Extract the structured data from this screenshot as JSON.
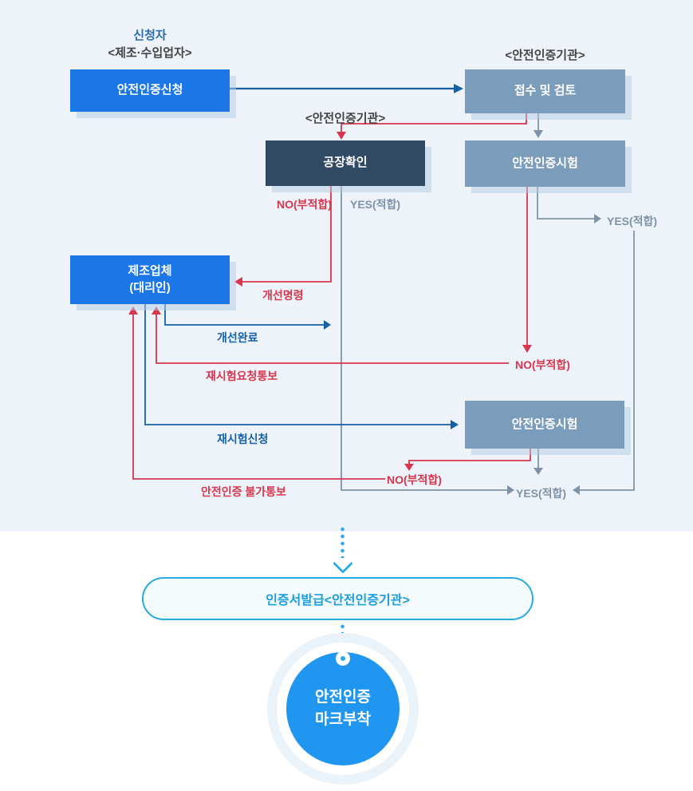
{
  "palette": {
    "background_top": "#edf3f8",
    "box_blue": "#1b76e8",
    "box_gray_blue": "#7b9cba",
    "box_dark_navy": "#304b63",
    "line_red": "#d8354f",
    "line_blue": "#1561a9",
    "line_gray": "#7e93a8",
    "accent_cyan": "#29aae3",
    "circle_blue": "#2196f0"
  },
  "labels": {
    "applicant_title": "신청자",
    "applicant_sub": "<제조·수입업자>",
    "org_top_right": "<안전인증기관>",
    "org_middle": "<안전인증기관>"
  },
  "boxes": {
    "apply": "안전인증신청",
    "receipt": "접수 및 검토",
    "factory": "공장확인",
    "test1": "안전인증시험",
    "maker_line1": "제조업체",
    "maker_line2": "(대리인)",
    "test2": "안전인증시험"
  },
  "edges": {
    "factory_no": "NO(부적합)",
    "factory_yes": "YES(적합)",
    "improve_order": "개선명령",
    "improve_done": "개선완료",
    "test1_no": "NO(부적합)",
    "test1_yes": "YES(적합)",
    "retest_notice": "재시험요청통보",
    "retest_apply": "재시험신청",
    "test2_no": "NO(부적합)",
    "final_yes": "YES(적합)",
    "reject_notice": "안전인증 불가통보"
  },
  "bottom": {
    "certificate": "인증서발급<안전인증기관>",
    "mark_line1": "안전인증",
    "mark_line2": "마크부착"
  }
}
